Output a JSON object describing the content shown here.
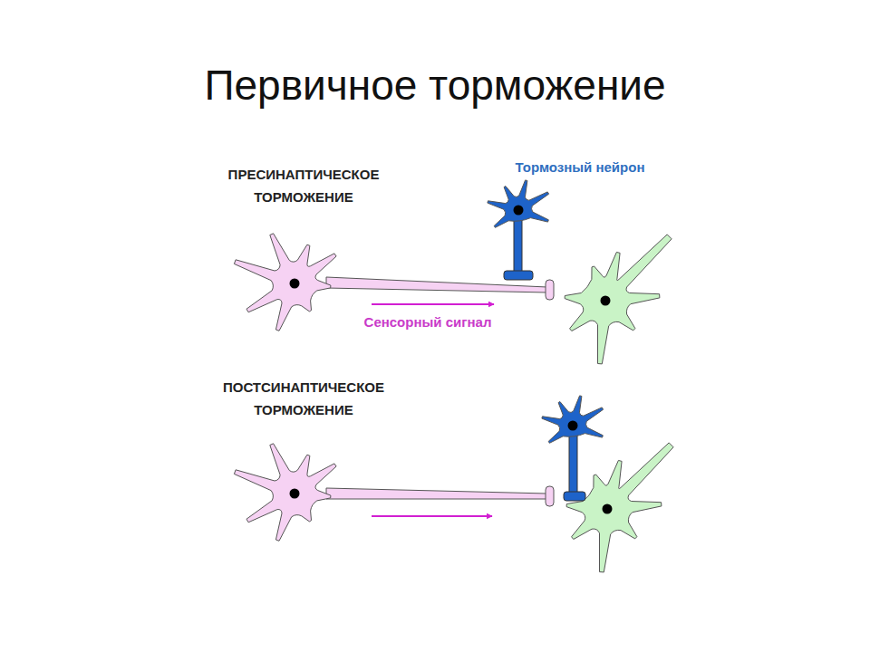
{
  "diagram": {
    "title": "Первичное торможение",
    "labels": [
      "ПРЕСИНАПТИЧЕСКОЕ ТОРМОЖЕНИЕ",
      "Тормозный нейрон",
      "Сенсорный сигнал",
      "ПОСТСИНАПТИЧЕСКОЕ ТОРМОЖЕНИЕ"
    ]
  }
}
